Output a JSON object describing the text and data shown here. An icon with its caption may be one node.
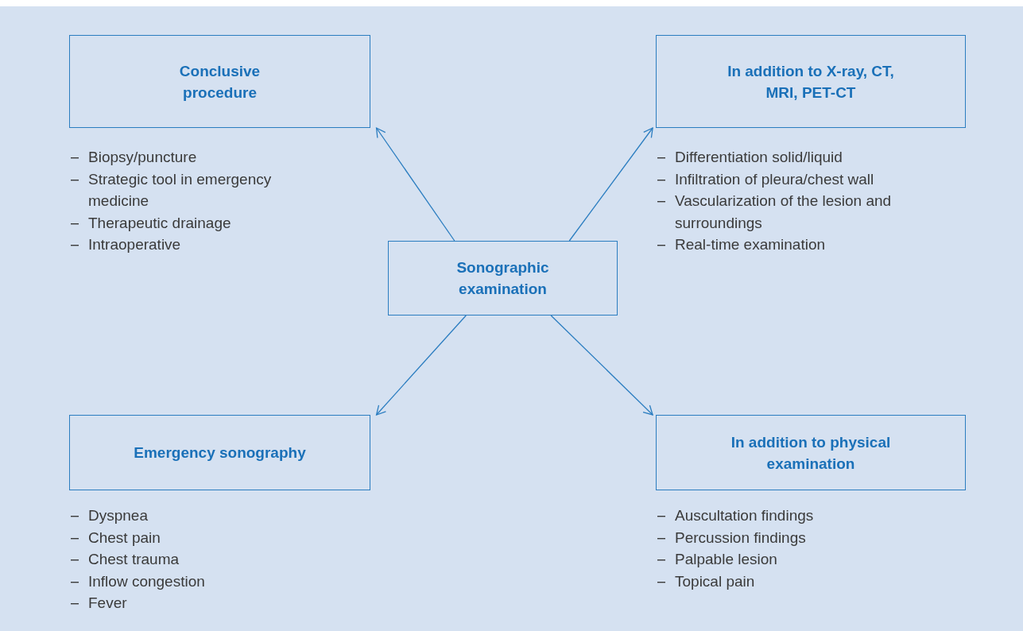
{
  "diagram": {
    "nodes": [
      {
        "text": [
          "Conclusive procedure"
        ],
        "beside": [
          "Biopsy/puncture",
          "Strategic tool in emergency medicine",
          "Therapeutic drainage",
          "Intraoperative"
        ]
      },
      {
        "text": [
          "In addition to X-ray, CT, MRI, PET-CT"
        ],
        "beside": [
          "Differentiation solid/liquid",
          "Infiltration of pleura/chest wall",
          "Vascularization of the lesion and surroundings",
          "Real-time examination"
        ]
      },
      {
        "text": [
          "Sonographic examination"
        ]
      },
      {
        "text": [
          "Emergency sonography"
        ],
        "beside": [
          "Dyspnea",
          "Chest pain",
          "Chest trauma",
          "Inflow congestion",
          "Fever"
        ]
      },
      {
        "text": [
          "In addition to physical examination"
        ],
        "beside": [
          "Auscultation findings",
          "Percussion findings",
          "Palpable lesion",
          "Topical pain"
        ]
      }
    ],
    "edges": [
      {
        "from": 2,
        "to": 0,
        "arrow": "to"
      },
      {
        "from": 2,
        "to": 1,
        "arrow": "to"
      },
      {
        "from": 2,
        "to": 3,
        "arrow": "to"
      },
      {
        "from": 2,
        "to": 4,
        "arrow": "to"
      }
    ]
  }
}
